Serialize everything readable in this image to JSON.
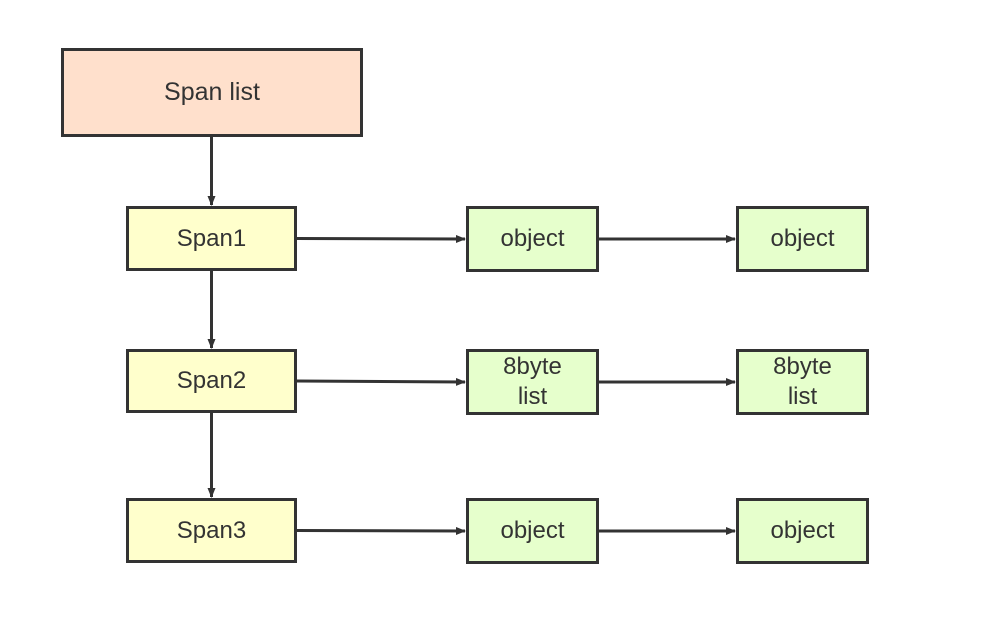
{
  "colors": {
    "root_fill": "#ffe0cc",
    "span_fill": "#ffffcc",
    "object_fill": "#e6ffcc",
    "stroke": "#333333"
  },
  "nodes": {
    "root": {
      "label": "Span list"
    },
    "span1": {
      "label": "Span1"
    },
    "span2": {
      "label": "Span2"
    },
    "span3": {
      "label": "Span3"
    },
    "span1_obj1": {
      "label": "object"
    },
    "span1_obj2": {
      "label": "object"
    },
    "span2_obj1": {
      "label": "8byte\nlist"
    },
    "span2_obj2": {
      "label": "8byte\nlist"
    },
    "span3_obj1": {
      "label": "object"
    },
    "span3_obj2": {
      "label": "object"
    }
  },
  "edges": [
    {
      "from": "root",
      "to": "span1"
    },
    {
      "from": "span1",
      "to": "span2"
    },
    {
      "from": "span2",
      "to": "span3"
    },
    {
      "from": "span1",
      "to": "span1_obj1"
    },
    {
      "from": "span1_obj1",
      "to": "span1_obj2"
    },
    {
      "from": "span2",
      "to": "span2_obj1"
    },
    {
      "from": "span2_obj1",
      "to": "span2_obj2"
    },
    {
      "from": "span3",
      "to": "span3_obj1"
    },
    {
      "from": "span3_obj1",
      "to": "span3_obj2"
    }
  ]
}
